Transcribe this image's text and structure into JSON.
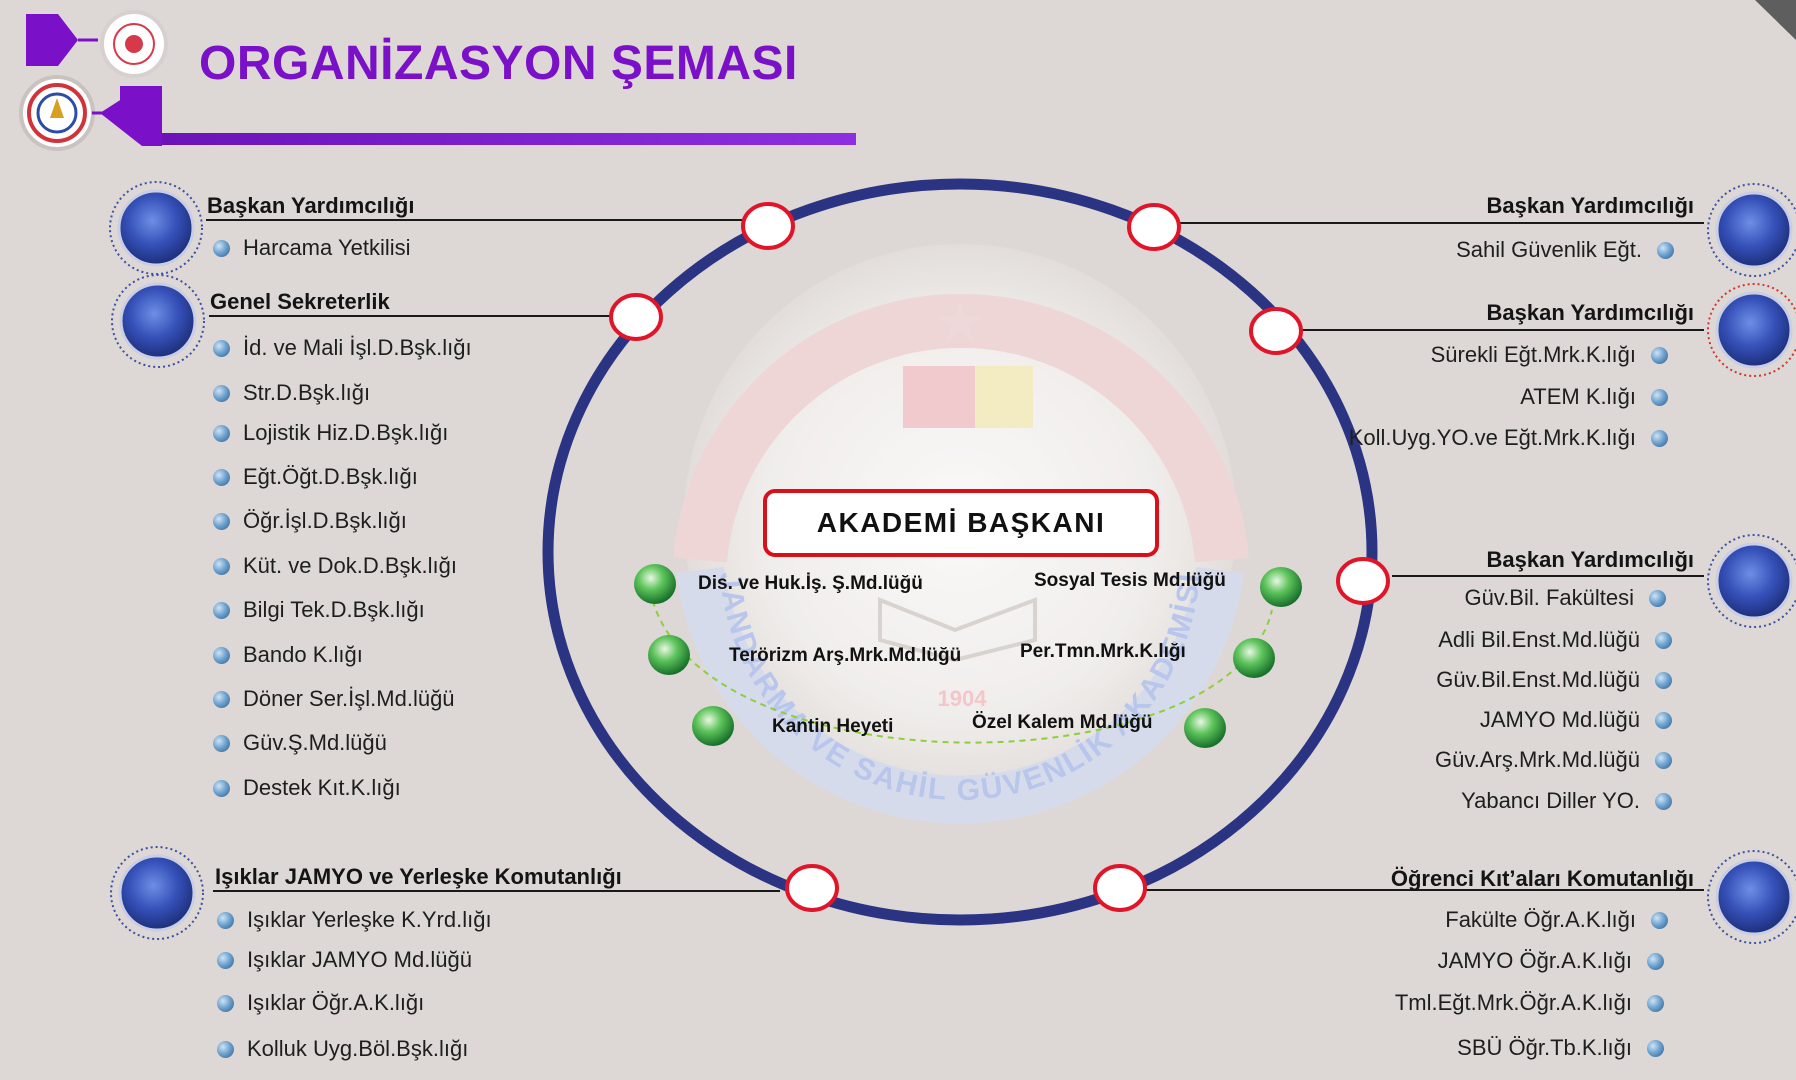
{
  "title": "ORGANİZASYON ŞEMASI",
  "center": "AKADEMİ BAŞKANI",
  "seal_text": "JANDARMA VE SAHİL GÜVENLİK AKADEMİSİ",
  "seal_year": "1904",
  "left_groups": [
    {
      "head": "Başkan Yardımcılığı",
      "items": [
        "Harcama Yetkilisi"
      ]
    },
    {
      "head": "Genel Sekreterlik",
      "items": [
        "İd. ve Mali İşl.D.Bşk.lığı",
        "Str.D.Bşk.lığı",
        "Lojistik Hiz.D.Bşk.lığı",
        "Eğt.Öğt.D.Bşk.lığı",
        "Öğr.İşl.D.Bşk.lığı",
        "Küt. ve Dok.D.Bşk.lığı",
        "Bilgi Tek.D.Bşk.lığı",
        "Bando K.lığı",
        "Döner Ser.İşl.Md.lüğü",
        "Güv.Ş.Md.lüğü",
        "Destek Kıt.K.lığı"
      ]
    },
    {
      "head": "Işıklar JAMYO ve Yerleşke Komutanlığı",
      "items": [
        "Işıklar Yerleşke K.Yrd.lığı",
        "Işıklar JAMYO Md.lüğü",
        "Işıklar Öğr.A.K.lığı",
        "Kolluk Uyg.Böl.Bşk.lığı"
      ]
    }
  ],
  "right_groups": [
    {
      "head": "Başkan Yardımcılığı",
      "items": [
        "Sahil Güvenlik Eğt."
      ]
    },
    {
      "head": "Başkan Yardımcılığı",
      "items": [
        "Sürekli Eğt.Mrk.K.lığı",
        "ATEM K.lığı",
        "Koll.Uyg.YO.ve Eğt.Mrk.K.lığı"
      ]
    },
    {
      "head": "Başkan Yardımcılığı",
      "items": [
        "Güv.Bil. Fakültesi",
        "Adli Bil.Enst.Md.lüğü",
        "Güv.Bil.Enst.Md.lüğü",
        "JAMYO Md.lüğü",
        "Güv.Arş.Mrk.Md.lüğü",
        "Yabancı Diller YO."
      ]
    },
    {
      "head": "Öğrenci Kıt’aları Komutanlığı",
      "items": [
        "Fakülte Öğr.A.K.lığı",
        "JAMYO Öğr.A.K.lığı",
        "Tml.Eğt.Mrk.Öğr.A.K.lığı",
        "SBÜ Öğr.Tb.K.lığı"
      ]
    }
  ],
  "inner_left": [
    "Dis. ve Huk.İş. Ş.Md.lüğü",
    "Terörizm Arş.Mrk.Md.lüğü",
    "Kantin Heyeti"
  ],
  "inner_right": [
    "Sosyal Tesis Md.lüğü",
    "Per.Tmn.Mrk.K.lığı",
    "Özel Kalem Md.lüğü"
  ],
  "colors": {
    "title": "#7a10c8",
    "ring": "#2b3383",
    "center_border": "#d8101a",
    "connector": "#e0152a",
    "inner_node": "#2e9a3e",
    "dashed": "#8ccf3c"
  }
}
